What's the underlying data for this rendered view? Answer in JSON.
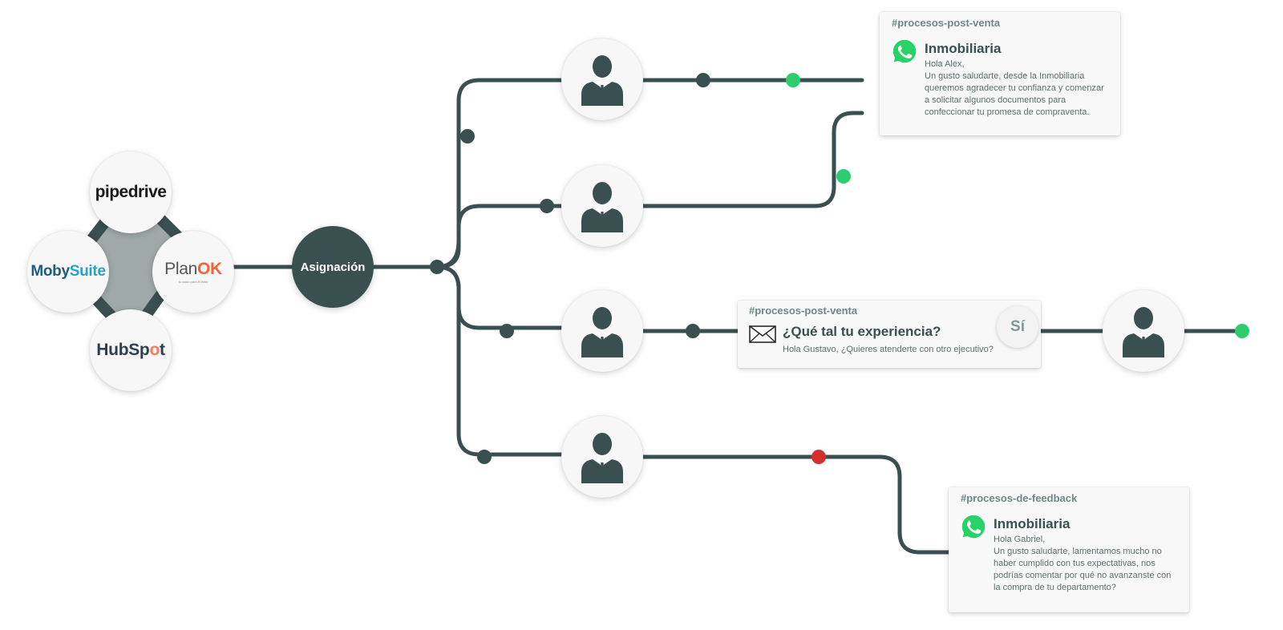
{
  "colors": {
    "line": "#3a4f50",
    "node": "#3a4f50",
    "success": "#2ecc71",
    "error": "#d32f2f",
    "hub_fill": "#9ea9a8",
    "whatsapp": "#25d366"
  },
  "integrations": {
    "pipedrive": "pipedrive",
    "mobysuite_a": "Moby",
    "mobysuite_b": "Suite",
    "planok_a": "Plan",
    "planok_b": "OK",
    "planok_tagline": "tu socio para el éxito",
    "hubspot_a": "HubSp",
    "hubspot_b": "o",
    "hubspot_c": "t"
  },
  "assignment": {
    "label": "Asignación"
  },
  "cards": [
    {
      "channel": "#procesos-post-venta",
      "icon": "whatsapp-icon",
      "title": "Inmobiliaria",
      "body": "Hola Alex,\nUn gusto saludarte, desde la Inmobiliaria\nqueremos agradecer tu confianza y comenzar\na solicitar algunos documentos para\nconfeccionar tu promesa de compraventa."
    },
    {
      "channel": "#procesos-post-venta",
      "icon": "envelope-icon",
      "title": "¿Qué tal tu experiencia?",
      "body": "Hola Gustavo, ¿Quieres atenderte con otro ejecutivo?"
    },
    {
      "channel": "#procesos-de-feedback",
      "icon": "whatsapp-icon",
      "title": "Inmobiliaria",
      "body": "Hola Gabriel,\nUn gusto saludarte, lamentamos mucho no\nhaber cumplido con tus expectativas, nos\npodrías comentar por qué no avanzanste con\nla compra de tu departamento?"
    }
  ],
  "reply": {
    "label": "Sí"
  },
  "avatars": [
    "person-icon",
    "person-icon",
    "person-icon",
    "person-icon",
    "person-icon"
  ]
}
